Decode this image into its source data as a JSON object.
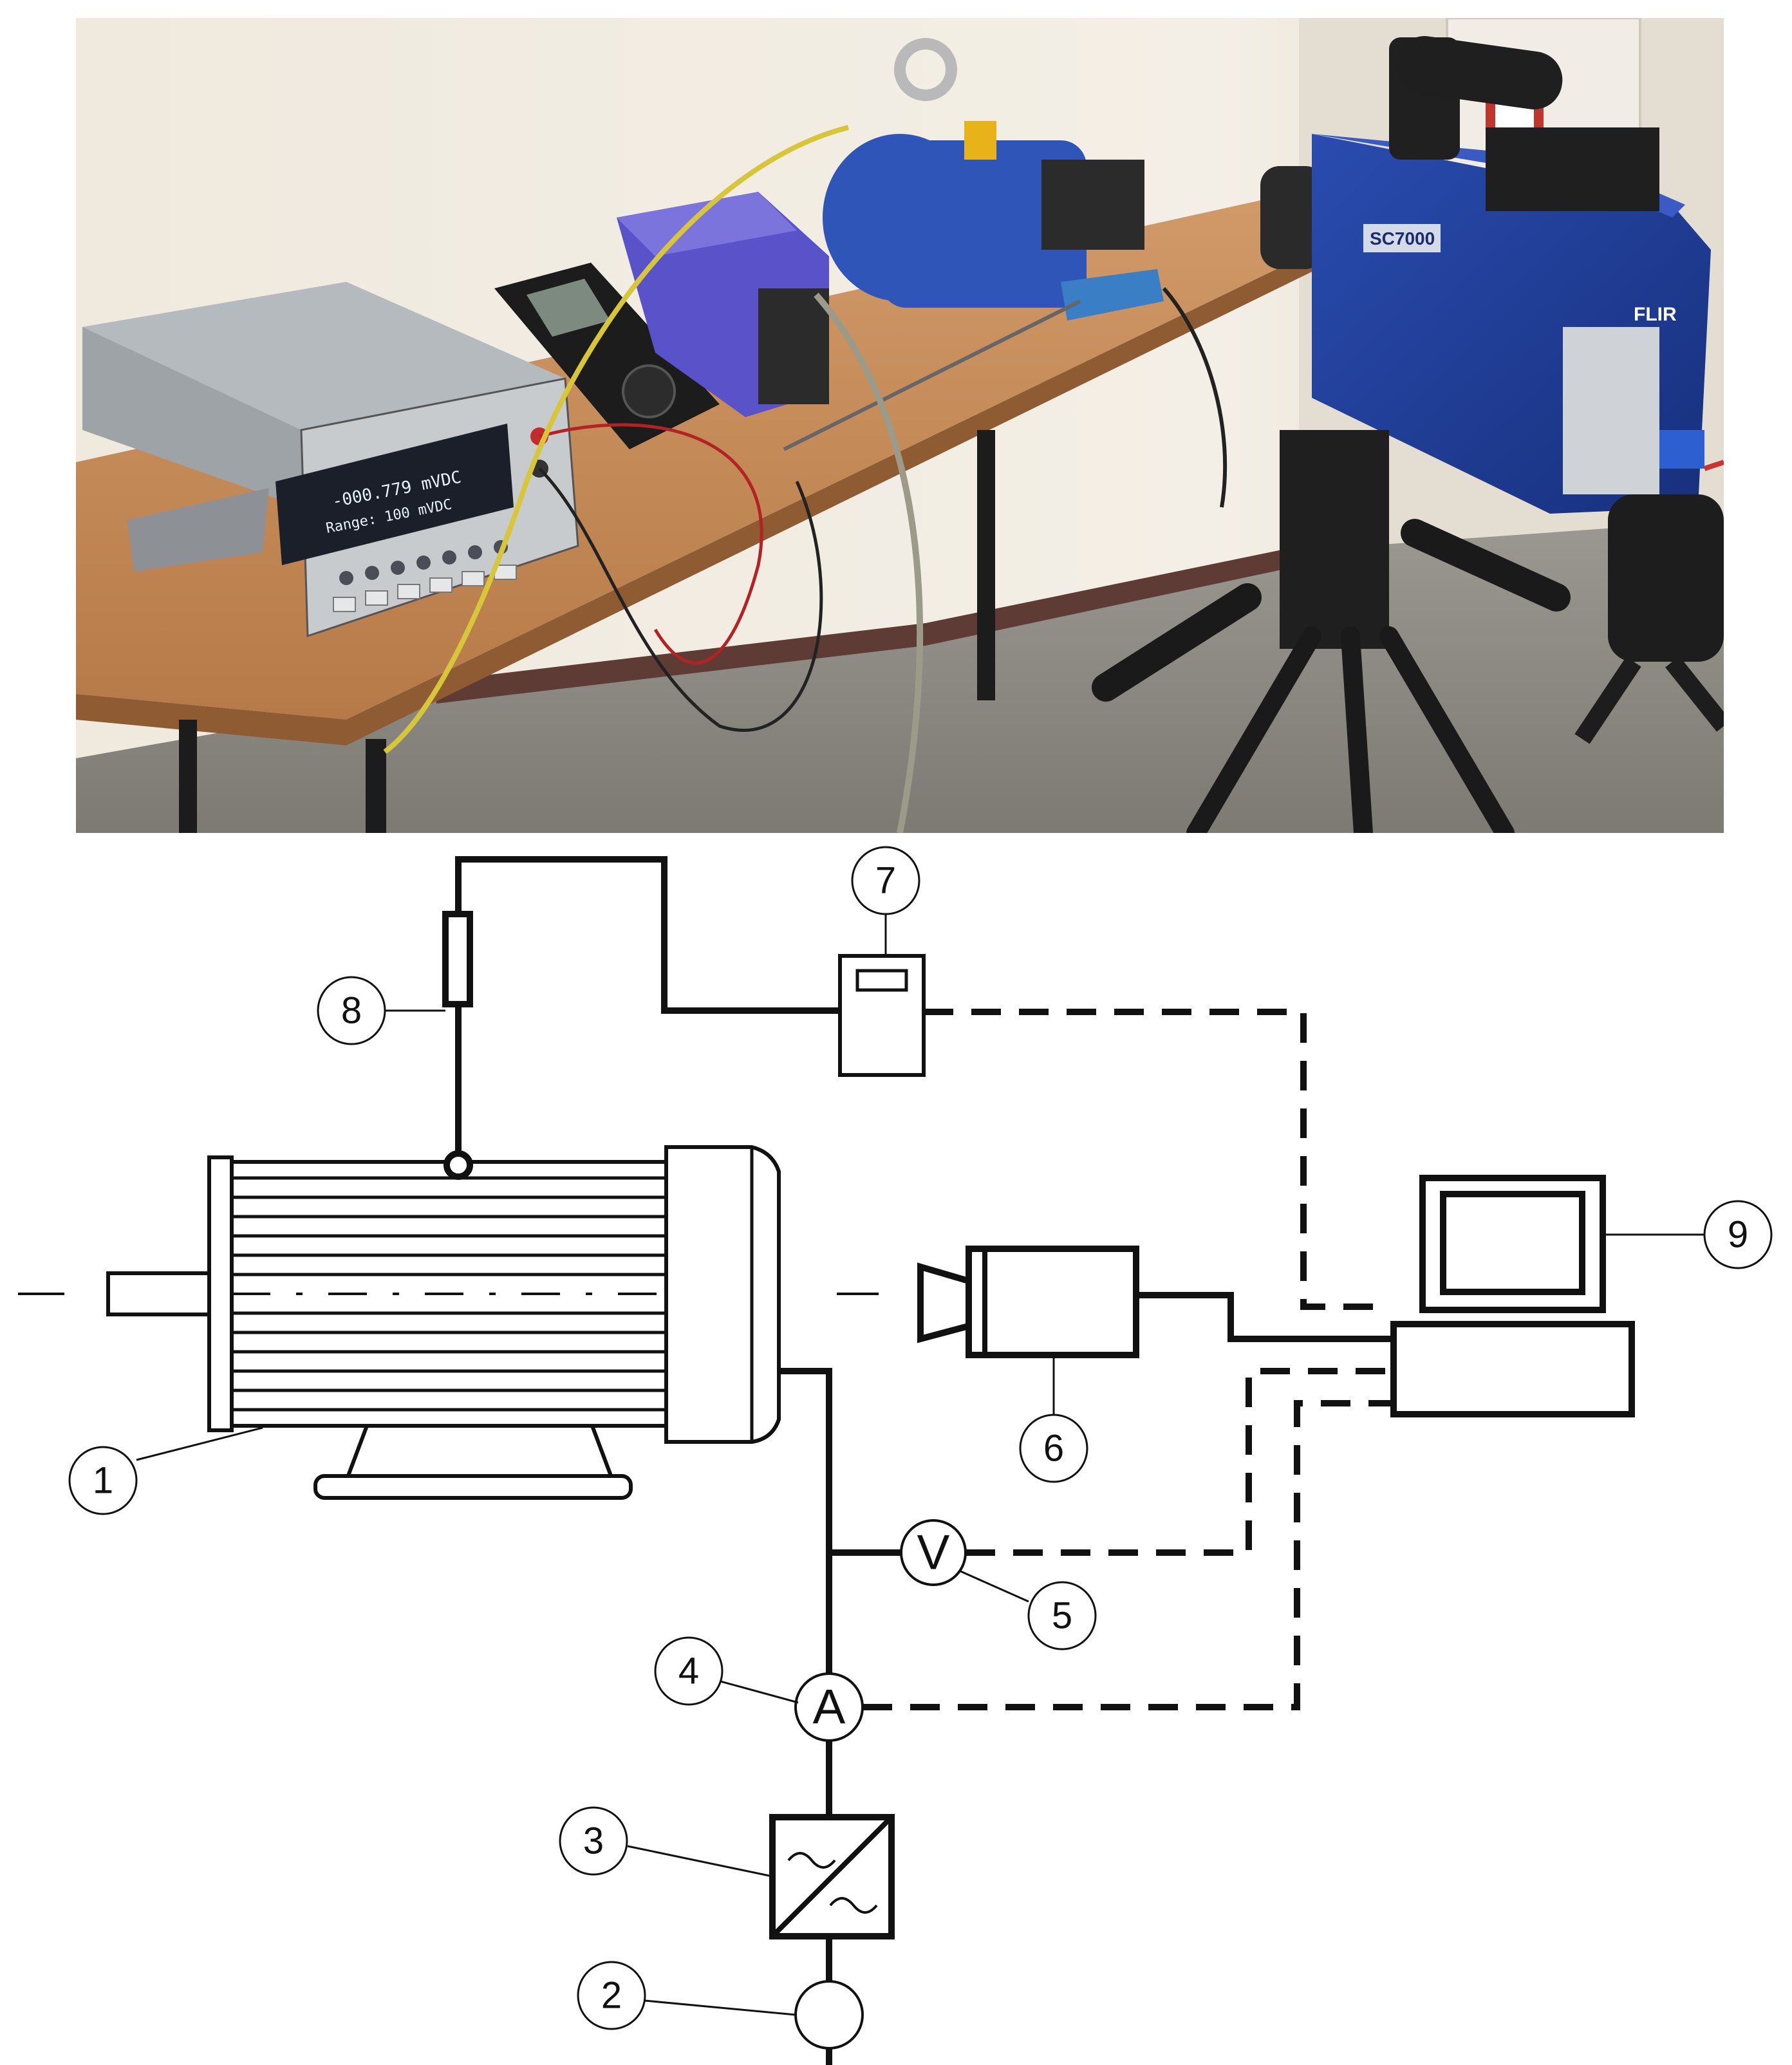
{
  "photo": {
    "multimeter_display_line1": "-000.779 mVDC",
    "multimeter_display_line2": "Range: 100 mVDC",
    "camera_model": "SC7000",
    "camera_brand": "FLIR"
  },
  "callouts": [
    {
      "id": "1",
      "label": "1"
    },
    {
      "id": "2",
      "label": "2"
    },
    {
      "id": "3",
      "label": "3"
    },
    {
      "id": "4",
      "label": "4"
    },
    {
      "id": "5",
      "label": "5"
    },
    {
      "id": "6",
      "label": "6"
    },
    {
      "id": "7",
      "label": "7"
    },
    {
      "id": "8",
      "label": "8"
    },
    {
      "id": "9",
      "label": "9"
    }
  ],
  "meters": {
    "ammeter_symbol": "A",
    "voltmeter_symbol": "V"
  },
  "colors": {
    "line": "#111111",
    "table": "#c98c5a",
    "instrument_gray": "#a8adb3",
    "inverter_blue": "#5a52c8",
    "camera_blue": "#1f3f9e",
    "pump_blue": "#2f55b8"
  }
}
